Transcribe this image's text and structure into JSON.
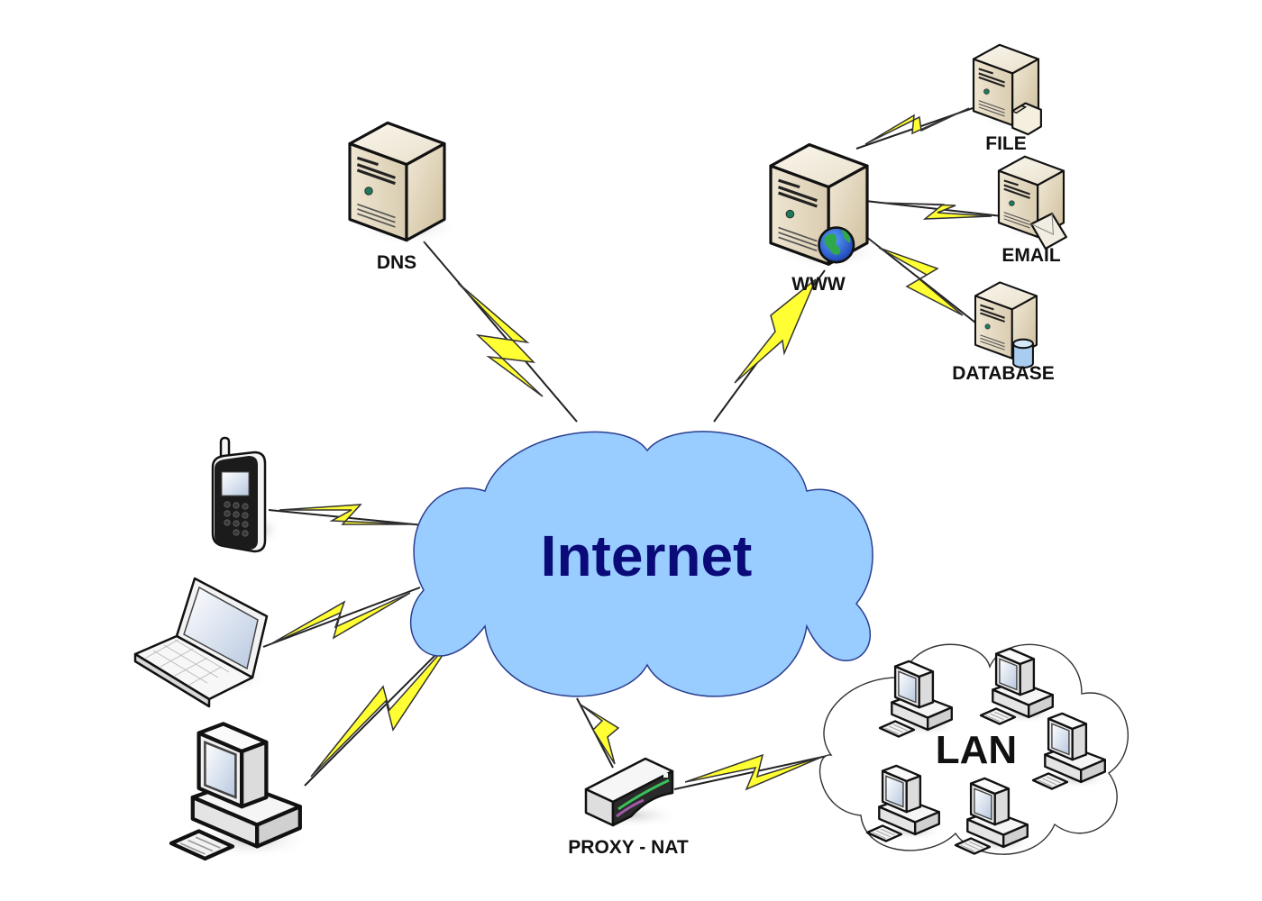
{
  "diagram": {
    "title": "Internet network topology",
    "colors": {
      "background": "#ffffff",
      "cloud_fill": "#99ccff",
      "cloud_stroke": "#2a3f8f",
      "cloud_text": "#0a0a78",
      "lightning_fill": "#ffff33",
      "server_body": "#e6dcc4",
      "lan_cloud_fill": "#ffffff",
      "lan_cloud_stroke": "#333333"
    },
    "center": {
      "label": "Internet",
      "icon": "cloud-icon"
    },
    "nodes": [
      {
        "id": "dns",
        "label": "DNS",
        "icon": "server-icon",
        "connected_to": "internet"
      },
      {
        "id": "www",
        "label": "WWW",
        "icon": "web-server-globe-icon",
        "connected_to": "internet"
      },
      {
        "id": "file",
        "label": "FILE",
        "icon": "file-server-icon",
        "connected_to": "www"
      },
      {
        "id": "email",
        "label": "EMAIL",
        "icon": "email-server-icon",
        "connected_to": "www"
      },
      {
        "id": "database",
        "label": "DATABASE",
        "icon": "database-server-icon",
        "connected_to": "www"
      },
      {
        "id": "phone",
        "label": "",
        "icon": "mobile-phone-icon",
        "connected_to": "internet"
      },
      {
        "id": "laptop",
        "label": "",
        "icon": "laptop-icon",
        "connected_to": "internet"
      },
      {
        "id": "desktop",
        "label": "",
        "icon": "desktop-computer-icon",
        "connected_to": "internet"
      },
      {
        "id": "proxy",
        "label": "PROXY - NAT",
        "icon": "router-icon",
        "connected_to": "internet"
      },
      {
        "id": "lan",
        "label": "LAN",
        "icon": "lan-cloud-icon",
        "connected_to": "proxy",
        "workstations": 5
      }
    ],
    "link_style": "wireless-lightning"
  }
}
